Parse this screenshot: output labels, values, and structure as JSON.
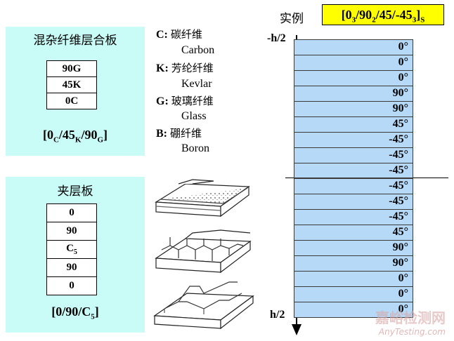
{
  "hybrid": {
    "title": "混杂纤维层合板",
    "layers": [
      "90G",
      "45K",
      "0C"
    ],
    "formula_main": "[0",
    "formula_parts": [
      {
        "text": "0",
        "sub": "C"
      },
      {
        "text": "/45",
        "sub": "K"
      },
      {
        "text": "/90",
        "sub": "G"
      }
    ]
  },
  "sandwich": {
    "title": "夹层板",
    "layers": [
      {
        "text": "0",
        "sub": ""
      },
      {
        "text": "90",
        "sub": ""
      },
      {
        "text": "C",
        "sub": "5"
      },
      {
        "text": "90",
        "sub": ""
      },
      {
        "text": "0",
        "sub": ""
      }
    ],
    "formula_text": "[0/90/C",
    "formula_sub": "5",
    "formula_end": "]"
  },
  "legend": [
    {
      "key": "C:",
      "cn": "碳纤维",
      "en": "Carbon"
    },
    {
      "key": "K:",
      "cn": "芳纶纤维",
      "en": "Kevlar"
    },
    {
      "key": "G:",
      "cn": "玻璃纤维",
      "en": "Glass"
    },
    {
      "key": "B:",
      "cn": "硼纤维",
      "en": "Boron"
    }
  ],
  "example": {
    "label": "实例",
    "code_parts": [
      {
        "text": "[0",
        "sub": "3"
      },
      {
        "text": "/90",
        "sub": "2"
      },
      {
        "text": "/45/-45",
        "sub": "3"
      },
      {
        "text": "]",
        "sub": "S"
      }
    ]
  },
  "laminate": {
    "top_label": "-h/2",
    "bottom_label": "h/2",
    "layers": [
      "0°",
      "0°",
      "0°",
      "90°",
      "90°",
      "45°",
      "-45°",
      "-45°",
      "-45°",
      "-45°",
      "-45°",
      "-45°",
      "45°",
      "90°",
      "90°",
      "0°",
      "0°",
      "0°"
    ]
  },
  "watermark": {
    "cn": "嘉峪检测网",
    "en": "AnyTesting.com"
  },
  "colors": {
    "panel": "#c9fbf7",
    "layer": "#b5d9f7",
    "highlight": "#ffff00"
  }
}
